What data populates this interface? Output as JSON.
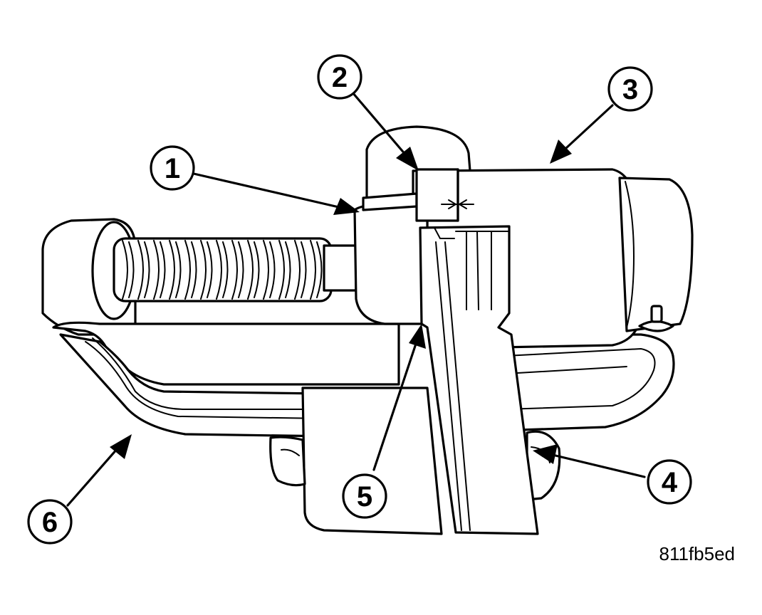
{
  "figure": {
    "code": "811fb5ed",
    "callouts": [
      {
        "label": "1"
      },
      {
        "label": "2"
      },
      {
        "label": "3"
      },
      {
        "label": "4"
      },
      {
        "label": "5"
      },
      {
        "label": "6"
      }
    ]
  }
}
